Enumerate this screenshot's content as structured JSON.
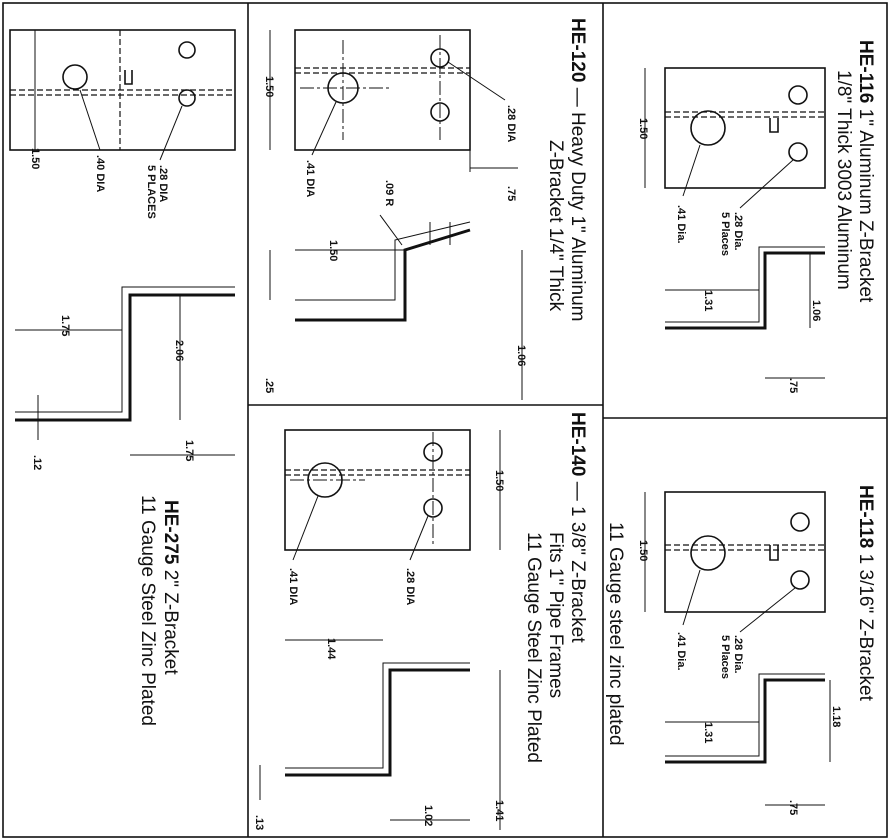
{
  "he116": {
    "model": "HE-116",
    "desc": "1\" Aluminum Z-Bracket",
    "sub": "1/8\" Thick 3003 Aluminum",
    "big_hole": ".41 Dia.",
    "small_holes": ".28 Dia.",
    "places": "5 Places",
    "height": "1.50",
    "leg_width": "1.31",
    "offset": "1.06",
    "flange": ".75"
  },
  "he118": {
    "model": "HE-118",
    "desc": "1 3/16\" Z-Bracket",
    "sub": "11 Gauge steel zinc plated",
    "big_hole": ".41 Dia.",
    "small_holes": ".28 Dia.",
    "places": "5 Places",
    "height": "1.50",
    "leg_width": "1.31",
    "offset": "1.18",
    "flange": ".75"
  },
  "he120": {
    "model": "HE-120",
    "desc": "— Heavy Duty 1\" Aluminum",
    "sub": "Z-Bracket 1/4\" Thick",
    "small_holes": ".28 DIA",
    "big_hole": ".41 DIA",
    "height": "1.50",
    "dim_75": ".75",
    "radius": ".09 R",
    "leg": "1.50",
    "offset": "1.06",
    "thick": ".25"
  },
  "he140": {
    "model": "HE-140",
    "desc": "— 1 3/8\" Z-Bracket",
    "sub1": "Fits 1\" Pipe Frames",
    "sub2": "11 Gauge Steel Zinc Plated",
    "height": "1.50",
    "big_hole": ".41 DIA",
    "small_holes": ".28 DIA",
    "leg": "1.44",
    "offset": "1.41",
    "flange": "1.02",
    "thick": ".13"
  },
  "he275": {
    "model": "HE-275",
    "desc": "2\" Z-Bracket",
    "sub": "11 Gauge Steel Zinc Plated",
    "height": "1.50",
    "big_hole": ".40 DIA",
    "small_holes": ".28 DIA",
    "places": "5 PLACES",
    "leg": "1.75",
    "mid": "2.06",
    "flange": "1.75",
    "thick": ".12"
  }
}
